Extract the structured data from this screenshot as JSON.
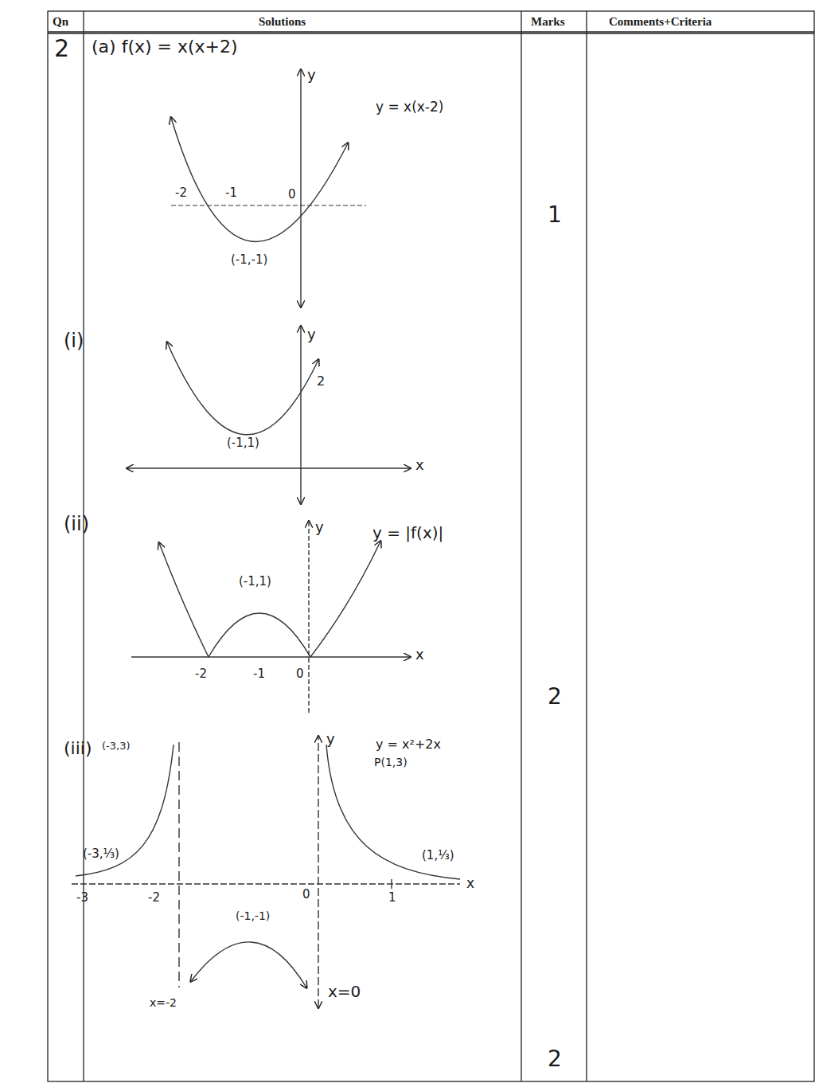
{
  "diagram": {
    "labels": [
      "Qn",
      "Solutions",
      "Marks",
      "Comments+Criteria",
      "2",
      "(a) f(x) = x(x+2)",
      "y",
      "y = x(x-2)",
      "-2",
      "-1",
      "0",
      "(-1,-1)",
      "1",
      "(i)",
      "y",
      "2",
      "(-1,1)",
      "x",
      "(ii)",
      "y",
      "y = |f(x)|",
      "(-1,1)",
      "-2",
      "-1",
      "0",
      "x",
      "2",
      "(iii)",
      "(-3,3)",
      "y",
      "y = x²+2x",
      "P(1,3)",
      "(-3,⅓)",
      "(1,⅓)",
      "-3",
      "-2",
      "0",
      "1",
      "x",
      "(-1,-1)",
      "x=-2",
      "x=0",
      "2"
    ]
  }
}
